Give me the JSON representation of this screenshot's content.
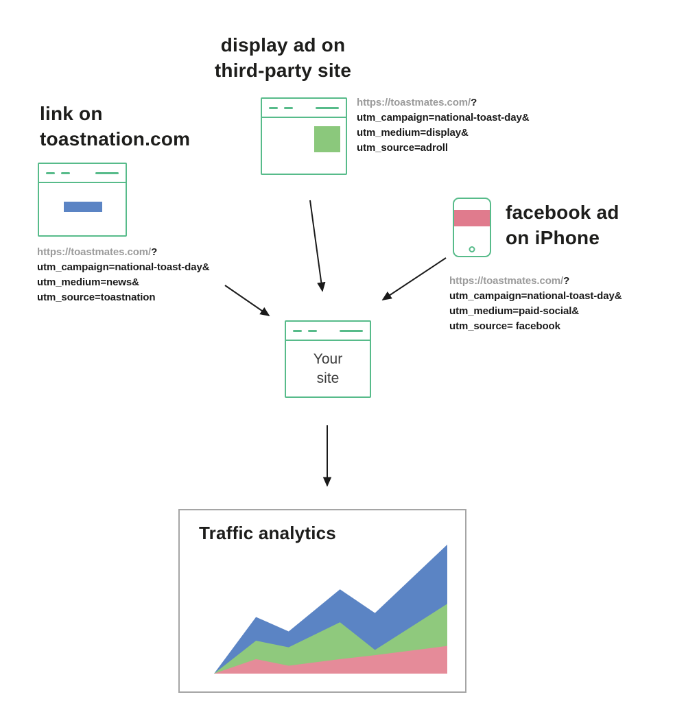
{
  "colors": {
    "green_outline": "#57bb8a",
    "blue": "#5b84c4",
    "green_fill": "#8bc87c",
    "pink": "#e07b8d",
    "gray_text": "#9b9b9b",
    "dark_text": "#1a1a1a",
    "box_border": "#a5a5a5"
  },
  "sources": {
    "display_ad": {
      "heading_lines": [
        "display ad on",
        "third-party site"
      ],
      "url_gray": "https://toastmates.com/",
      "url_q": "?",
      "utm_lines": [
        "utm_campaign=national-toast-day&",
        "utm_medium=display&",
        "utm_source=adroll"
      ]
    },
    "toastnation_link": {
      "heading_lines": [
        "link on",
        "toastnation.com"
      ],
      "url_gray": "https://toastmates.com/",
      "url_q": "?",
      "utm_lines": [
        "utm_campaign=national-toast-day&",
        "utm_medium=news&",
        "utm_source=toastnation"
      ]
    },
    "facebook_ad": {
      "heading_lines": [
        "facebook ad",
        "on iPhone"
      ],
      "url_gray": "https://toastmates.com/",
      "url_q": "?",
      "utm_lines": [
        "utm_campaign=national-toast-day&",
        "utm_medium=paid-social&",
        "utm_source= facebook"
      ]
    }
  },
  "site": {
    "label_lines": [
      "Your",
      "site"
    ]
  },
  "analytics": {
    "title": "Traffic analytics"
  },
  "chart_data": {
    "type": "area",
    "stacked": true,
    "title": "Traffic analytics",
    "xlabel": "",
    "ylabel": "",
    "axes_labeled": false,
    "x_percent": [
      0,
      18,
      32,
      54,
      69,
      100
    ],
    "series": [
      {
        "name": "blue",
        "color": "#5b84c4",
        "cum_values": [
          0,
          43,
          32,
          64,
          46,
          98
        ]
      },
      {
        "name": "green",
        "color": "#8fc97d",
        "cum_values": [
          0,
          25,
          20,
          39,
          18,
          53
        ]
      },
      {
        "name": "pink",
        "color": "#e58b99",
        "cum_values": [
          0,
          11,
          6,
          11,
          14,
          21
        ]
      }
    ]
  }
}
